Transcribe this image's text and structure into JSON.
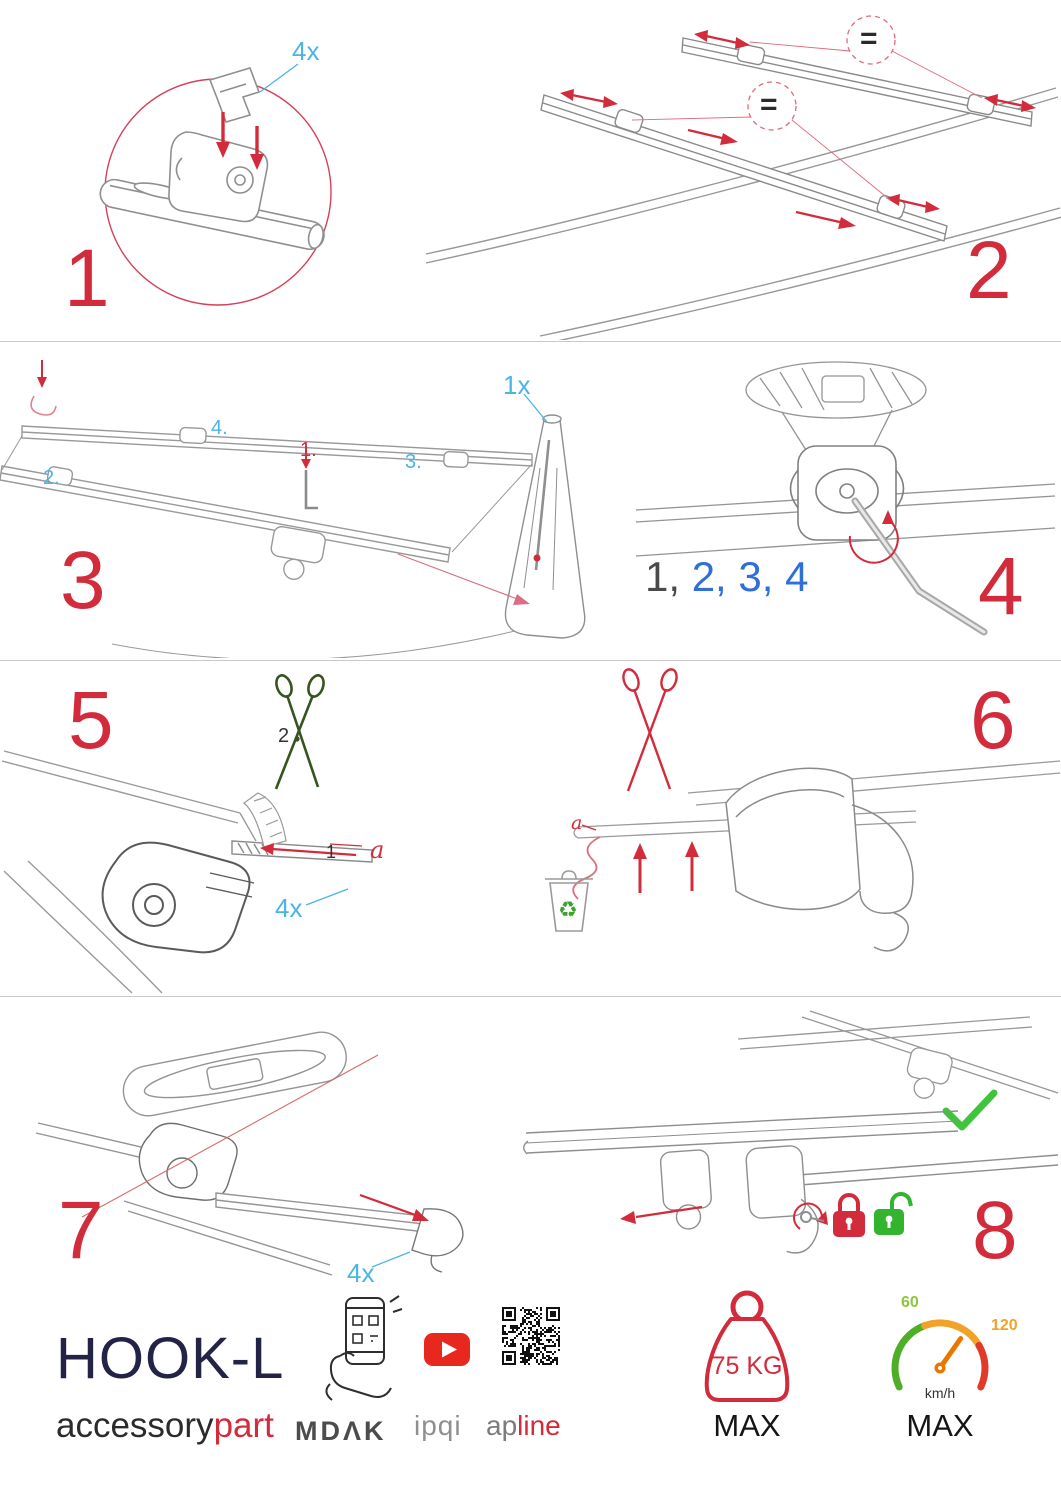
{
  "doc": {
    "type": "roof-rack assembly instructions"
  },
  "steps": {
    "s1": {
      "number": "1",
      "qty": "4x"
    },
    "s2": {
      "number": "2",
      "eq_top": "=",
      "eq_mid": "="
    },
    "s3": {
      "number": "3",
      "qty": "1x",
      "mark1": "1.",
      "mark2": "2.",
      "mark3": "3.",
      "mark4": "4."
    },
    "s4": {
      "number": "4",
      "seq_first": "1,",
      "seq_rest": " 2, 3, 4"
    },
    "s5": {
      "number": "5",
      "mark1": "1",
      "mark2": "2",
      "mark_a": "a",
      "qty": "4x"
    },
    "s6": {
      "number": "6",
      "mark_a": "a"
    },
    "s7": {
      "number": "7",
      "qty": "4x"
    },
    "s8": {
      "number": "8"
    }
  },
  "icons": {
    "recycle": "♻"
  },
  "colors": {
    "accent_red": "#d22c3c",
    "accent_blue": "#4ab5e5",
    "seq_blue": "#2e6fd8",
    "check_green": "#3fc43c",
    "lock_green": "#33b42e",
    "navy": "#232348"
  },
  "footer": {
    "product": "HOOK-L",
    "brand_gray": "accessory",
    "brand_red": "part",
    "logo_mdak": "MDΛK",
    "logo_ipqi": "ipqi",
    "logo_ap": "ap",
    "logo_line": "line",
    "weight_value": "75 KG",
    "weight_max": "MAX",
    "speed_low": "60",
    "speed_high": "120",
    "speed_unit": "km/h",
    "speed_max": "MAX"
  }
}
